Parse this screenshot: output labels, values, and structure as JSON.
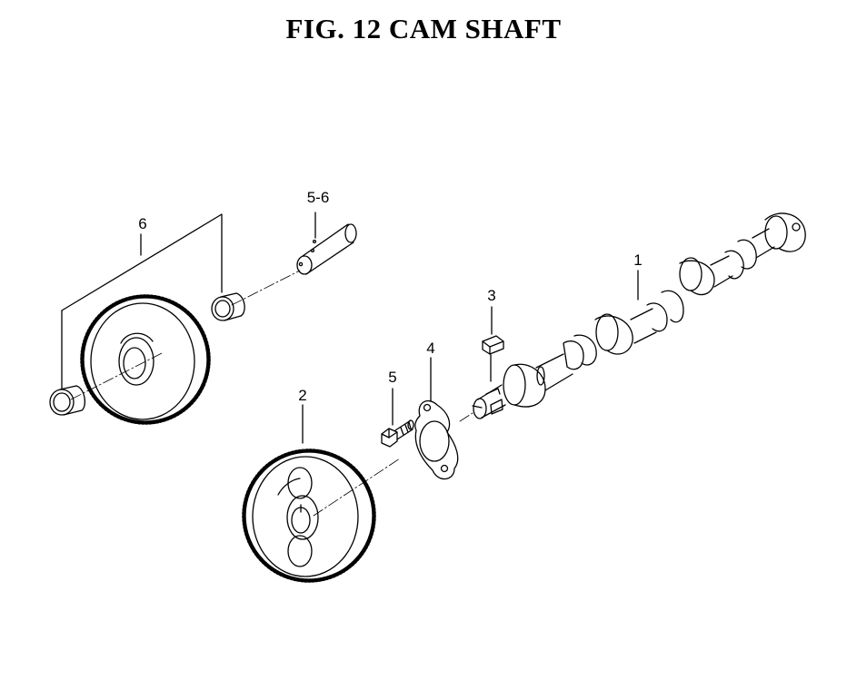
{
  "title": "FIG. 12  CAM SHAFT",
  "callouts": {
    "p1": "1",
    "p2": "2",
    "p3": "3",
    "p4": "4",
    "p5": "5",
    "p56": "5-6",
    "p6": "6"
  }
}
